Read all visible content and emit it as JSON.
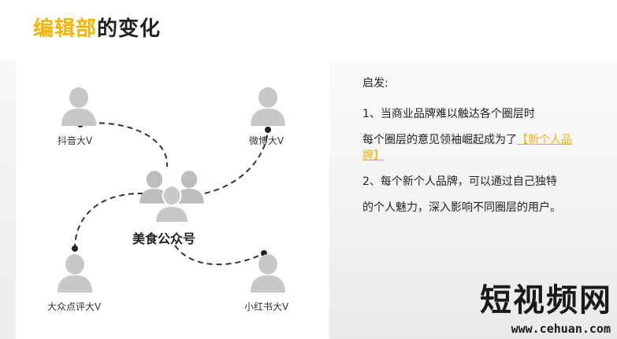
{
  "title": {
    "part_highlight": "编辑部",
    "part_rest": "的变化"
  },
  "diagram": {
    "center": {
      "label": "美食公众号",
      "icon": "group-people-icon"
    },
    "nodes": [
      {
        "id": "douyin",
        "label": "抖音大V",
        "icon": "person-icon"
      },
      {
        "id": "weibo",
        "label": "微博大V",
        "icon": "person-icon"
      },
      {
        "id": "dianping",
        "label": "大众点评大V",
        "icon": "person-icon"
      },
      {
        "id": "xiaohongshu",
        "label": "小红书大V",
        "icon": "person-icon"
      }
    ]
  },
  "text": {
    "heading": "启发:",
    "p1": "1、当商业品牌难以触达各个圈层时",
    "p2_a": "每个圈层的意见领袖崛起成为了",
    "p2_b": "【新个人品牌】",
    "p3": "2、每个新个人品牌，可以通过自己独特",
    "p4": "的个人魅力，深入影响不同圈层的用户。"
  },
  "watermark": {
    "text": "短视频网",
    "url": "www.cehuan.com"
  },
  "colors": {
    "accent": "#f5b400",
    "icon_gray": "#c8c8c8",
    "line": "#333333"
  }
}
